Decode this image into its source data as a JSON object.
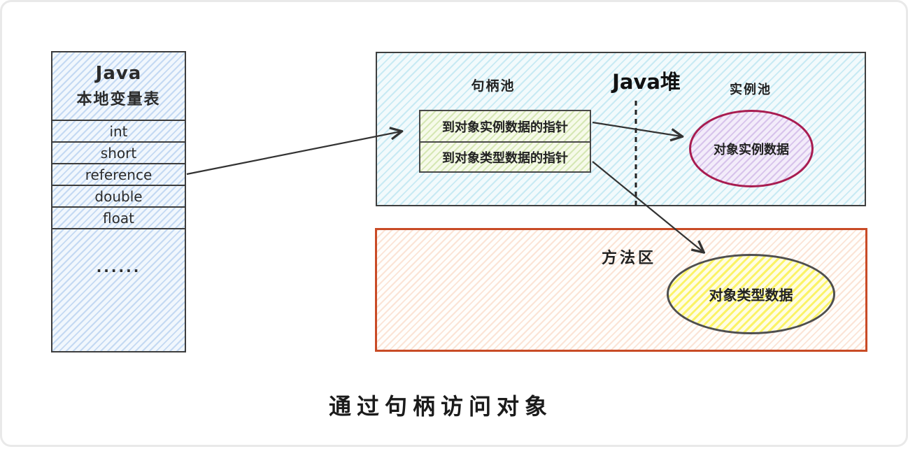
{
  "caption": "通过句柄访问对象",
  "local_var_table": {
    "title_line1": "Java",
    "title_line2": "本地变量表",
    "rows": [
      "int",
      "short",
      "reference",
      "double",
      "float"
    ],
    "ellipsis": "......"
  },
  "heap": {
    "title": "Java堆",
    "handle_pool_label": "句柄池",
    "instance_pool_label": "实例池",
    "handle_rows": [
      "到对象实例数据的指针",
      "到对象类型数据的指针"
    ],
    "instance_ellipse_label": "对象实例数据"
  },
  "method_area": {
    "label": "方法区",
    "type_ellipse_label": "对象类型数据"
  },
  "colors": {
    "table_hatch_blue": "#cfe0f5",
    "heap_hatch_cyan": "#cdecf3",
    "handle_hatch_green": "#dcebbd",
    "instance_ellipse_border": "#a81c50",
    "instance_hatch_purple": "#d8c3ea",
    "type_ellipse_border": "#4f4f4f",
    "type_hatch_yellow": "#fff45c",
    "method_area_border": "#c94b26",
    "box_border_dark": "#3d3d3d",
    "arrow": "#333333"
  }
}
